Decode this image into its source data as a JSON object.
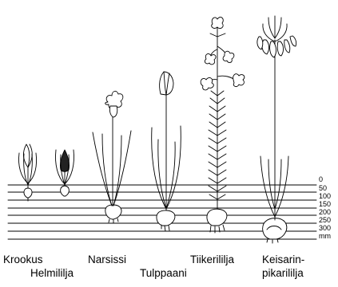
{
  "depth_scale": {
    "labels": [
      "0",
      "50",
      "100",
      "150",
      "200",
      "250",
      "300",
      "mm"
    ]
  },
  "plants": [
    {
      "name": "Krookus"
    },
    {
      "name": "Helmililja"
    },
    {
      "name": "Narsissi"
    },
    {
      "name": "Tulppaani"
    },
    {
      "name": "Tiikerililja"
    },
    {
      "name_line1": "Keisarin-",
      "name_line2": "pikarililja"
    }
  ]
}
